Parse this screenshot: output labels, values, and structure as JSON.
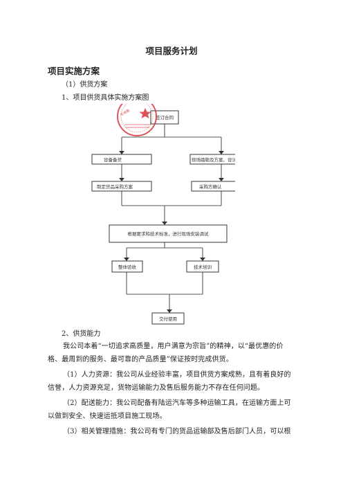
{
  "document": {
    "title": "项目服务计划",
    "section_heading": "项目实施方案",
    "item_supply_plan": "（1）供货方案",
    "item_flowchart_caption": "1、项目供货具体实施方案图",
    "item_supply_capability": "2、供货能力",
    "paragraph_1": "我公司本着“一切追求高质量，用户满意为宗旨”的精神，以“最优惠的价格、最周到的服务、最可靠的产品质量”保证按时完成供货。",
    "paragraph_2": "（1）人力资源：我公司从业经验丰富，项目供货方案成熟，且有着良好的信誉，人力资源充足，货物运输能力及售后服务能力不存在任何问题。",
    "paragraph_3": "（2）配送能力：我公司配备有陆运汽车等多种运输工具，在运输方面上可以做到安全、快速运抵项目施工现场。",
    "paragraph_4": "（3）相关管理措施：我公司有专门的货品运输部及售后部门人员，可以根"
  },
  "flowchart": {
    "nodes": {
      "start": "签订合同",
      "left_1": "设备备货",
      "right_1": "现场踏勘及方案、设计",
      "left_2": "制定货品采购方案",
      "right_2": "采购方确认",
      "middle": "根据要求和技术标准，进行现场安装调试",
      "left_3": "整体验收",
      "right_3": "技术培训",
      "end": "交付使用"
    },
    "stamp_text": "专用章",
    "colors": {
      "stamp": "#d9363e",
      "box_border": "#333333"
    }
  }
}
